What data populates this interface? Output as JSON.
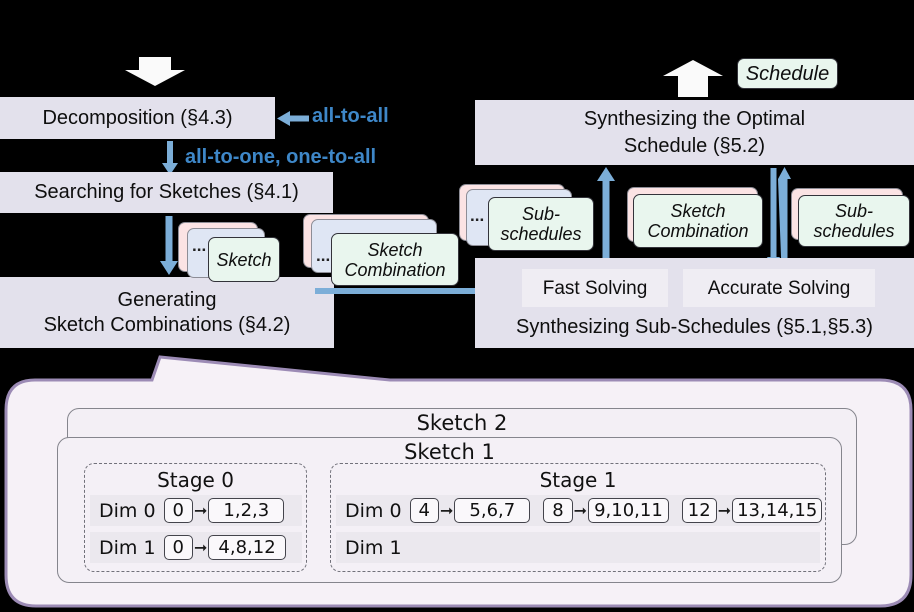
{
  "colors": {
    "accent_blue": "#7caed8",
    "label_blue": "#3e87c8",
    "box_lavender": "#e3e1ec",
    "card_green": "#e9f6ee",
    "card_pink": "#fbe3e4",
    "card_blue": "#dfe6f4",
    "container_fill": "#f6f1f7",
    "container_border": "#9c8bb5"
  },
  "flow": {
    "decomposition_title": "Decomposition (§4.3)",
    "all_to_all": "all-to-all",
    "all_to_one": "all-to-one, one-to-all",
    "searching_title": "Searching for Sketches (§4.1)",
    "generating_line1": "Generating",
    "generating_line2": "Sketch Combinations (§4.2)",
    "optimal_line1": "Synthesizing the Optimal",
    "optimal_line2": "Schedule (§5.2)",
    "subsched_title": "Synthesizing Sub-Schedules (§5.1,§5.3)",
    "fast_solving": "Fast Solving",
    "accurate_solving": "Accurate Solving",
    "cards": {
      "ellipsis": "...",
      "sketch": "Sketch",
      "sketch_combination": "Sketch Combination",
      "sub_schedules": "Sub-schedules",
      "schedule": "Schedule"
    }
  },
  "detail": {
    "sketch2": "Sketch 2",
    "sketch1": "Sketch 1",
    "stage0": {
      "title": "Stage 0",
      "rows": [
        {
          "label": "Dim 0",
          "src": "0",
          "dst": "1,2,3"
        },
        {
          "label": "Dim 1",
          "src": "0",
          "dst": "4,8,12"
        }
      ]
    },
    "stage1": {
      "title": "Stage 1",
      "rows": [
        {
          "label": "Dim 0",
          "chains": [
            {
              "src": "4",
              "dst": "5,6,7"
            },
            {
              "src": "8",
              "dst": "9,10,11"
            },
            {
              "src": "12",
              "dst": "13,14,15"
            }
          ]
        },
        {
          "label": "Dim 1",
          "chains": []
        }
      ]
    }
  }
}
